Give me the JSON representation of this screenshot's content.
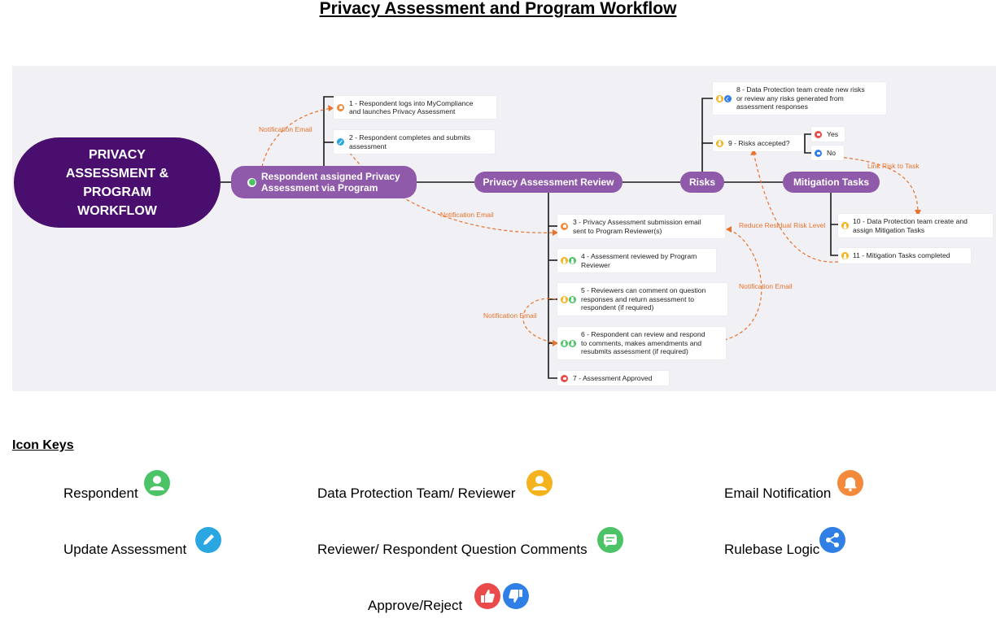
{
  "title": "Privacy Assessment and Program Workflow",
  "root": "PRIVACY\nASSESSMENT &\nPROGRAM\nWORKFLOW",
  "hubs": {
    "assigned": "Respondent assigned Privacy\nAssessment via Program",
    "review": "Privacy Assessment Review",
    "risks": "Risks",
    "mitigation": "Mitigation Tasks"
  },
  "steps": {
    "s1": "1 - Respondent logs into MyCompliance\nand launches Privacy Assessment",
    "s2": "2 - Respondent completes and submits\nassessment",
    "s3": "3 - Privacy Assessment submission email\nsent to Program Reviewer(s)",
    "s4": "4 - Assessment reviewed by Program\nReviewer",
    "s5": "5 - Reviewers can comment on question\nresponses and return assessment to\nrespondent (if required)",
    "s6": "6 - Respondent can review and respond\nto comments, makes amendments and\nresubmits assessment (if required)",
    "s7": "7 - Assessment Approved",
    "s8": "8 - Data Protection team create new risks\nor review any risks generated from\nassessment responses",
    "s9": "9 - Risks accepted?",
    "yes": "Yes",
    "no": "No",
    "s10": "10 - Data Protection team create and\nassign Mitigation Tasks",
    "s11": "11 - Mitigation Tasks completed"
  },
  "edge_labels": {
    "notif1": "Notification Email",
    "notif2": "Notification Email",
    "notif3": "Notification Email",
    "notif4": "Notification Email",
    "link_risk": "Link Risk to Task",
    "reduce": "Reduce Residual Risk Level"
  },
  "icon_keys": {
    "heading": "Icon Keys",
    "respondent": "Respondent",
    "dp_team": "Data Protection Team/ Reviewer",
    "email": "Email Notification",
    "update": "Update Assessment",
    "comments": "Reviewer/ Respondent Question Comments",
    "rulebase": "Rulebase Logic",
    "approve": "Approve/Reject"
  },
  "colors": {
    "root": "#4a0e6f",
    "hub": "#8e5aa9",
    "notification_link": "#e8722c",
    "respondent": "#4cc366",
    "reviewer": "#f4b21d",
    "email": "#f38a3b",
    "update": "#2aa7e0",
    "rulebase": "#2f7fe6",
    "approve": "#ea4a4a",
    "reject": "#2f7fe6"
  }
}
